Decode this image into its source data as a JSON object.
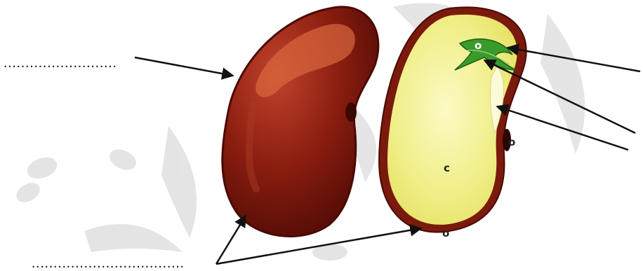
{
  "labels": {
    "seed_coat_blank": "..........................",
    "bottom_blank": "...................................",
    "marker_plumule": "o",
    "marker_cotyledon": "c",
    "marker_hilum": "o",
    "marker_bottom": "o"
  },
  "colors": {
    "seed_coat": "#8b1d10",
    "seed_coat_dark": "#5a0e06",
    "cotyledon": "#f2f07a",
    "cotyledon_light": "#f9f8b8",
    "plumule": "#3a9a2a",
    "watermark": "#d8d8d8",
    "arrow": "#111111"
  }
}
